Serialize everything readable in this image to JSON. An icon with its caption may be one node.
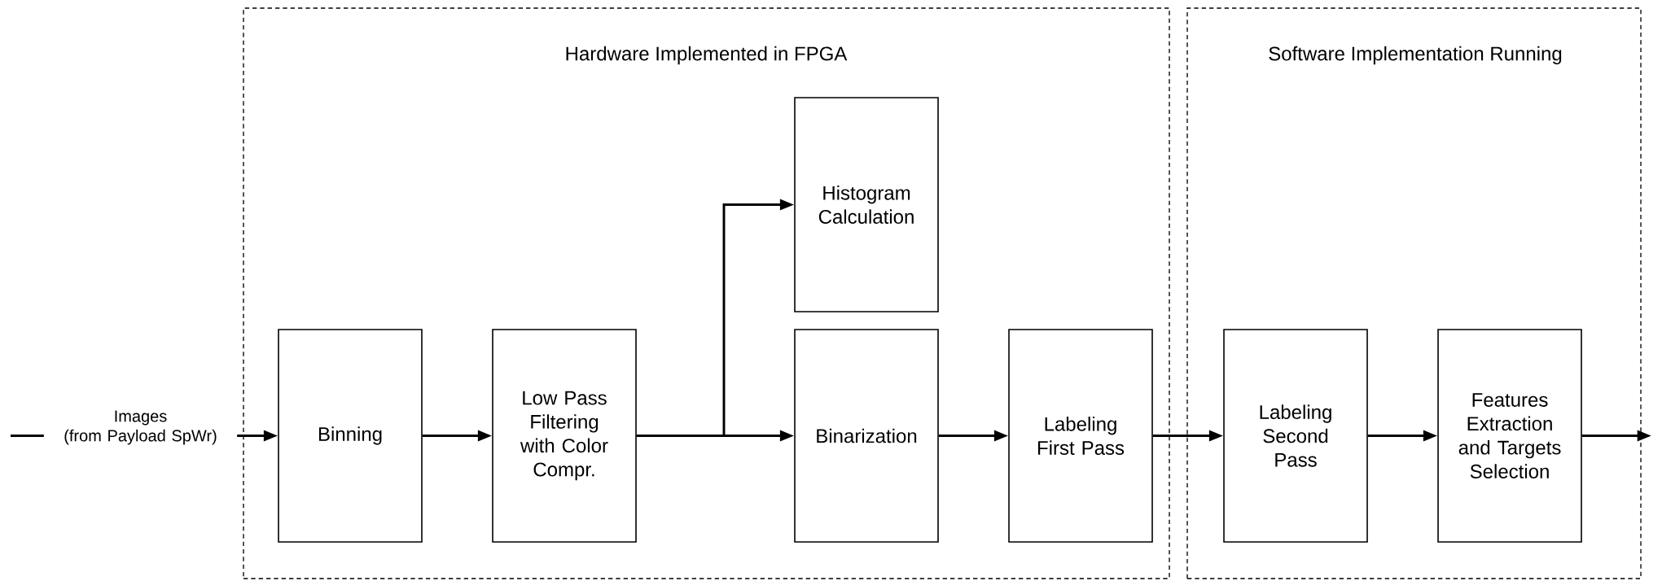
{
  "diagram": {
    "nodes": [
      {
        "text": [
          "Hardware Implemented in FPGA"
        ]
      },
      {
        "text": [
          "Software Implementation Running"
        ]
      },
      {
        "text": [
          "Binning"
        ],
        "in": 0
      },
      {
        "text": [
          "Low Pass Filtering with Color Compr."
        ],
        "in": 0
      },
      {
        "text": [
          "Histogram Calculation"
        ],
        "in": 0
      },
      {
        "text": [
          "Binarization"
        ],
        "in": 0
      },
      {
        "text": [
          "Labeling First Pass"
        ],
        "in": 0
      },
      {
        "text": [
          "Labeling Second Pass"
        ],
        "in": 1
      },
      {
        "text": [
          "Features Extraction and Targets Selection"
        ],
        "in": 1
      }
    ],
    "edges": [
      {
        "from": null,
        "to": 2,
        "arrow": "to",
        "label": "Images (from Payload SpWr)"
      },
      {
        "from": 2,
        "to": 3,
        "arrow": "to"
      },
      {
        "from": 3,
        "to": 5,
        "arrow": "to"
      },
      {
        "from": 3,
        "to": 4,
        "arrow": "to"
      },
      {
        "from": 5,
        "to": 6,
        "arrow": "to"
      },
      {
        "from": 6,
        "to": 7,
        "arrow": "to"
      },
      {
        "from": 7,
        "to": 8,
        "arrow": "to"
      },
      {
        "from": 8,
        "to": null,
        "arrow": "to"
      }
    ]
  }
}
